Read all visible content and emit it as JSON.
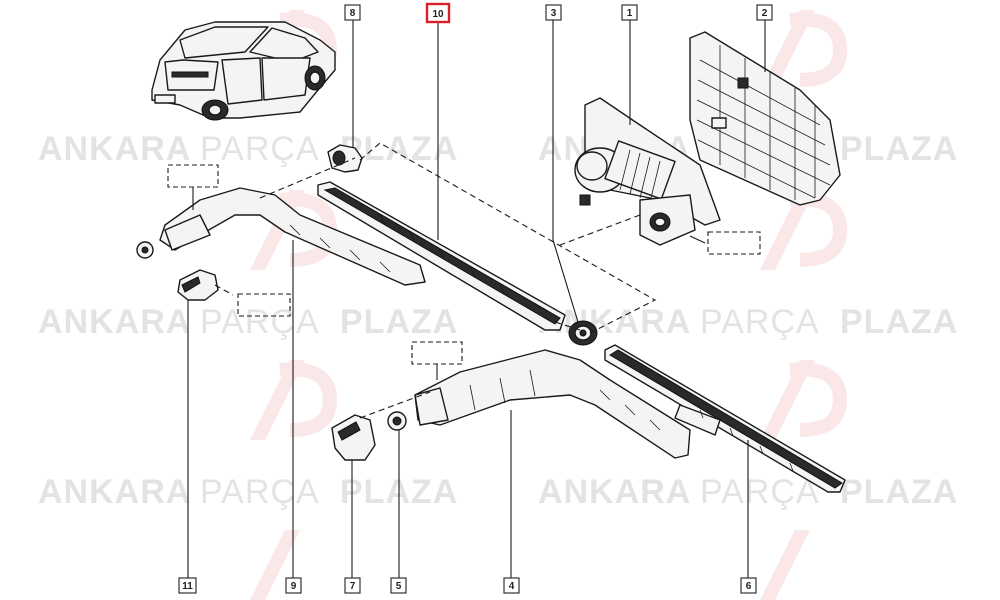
{
  "watermark": {
    "word1": "ANKARA",
    "word2": "PARÇA",
    "word3": "PLAZA",
    "logo_letters": "AP"
  },
  "callouts": [
    {
      "id": "c1",
      "number": "1"
    },
    {
      "id": "c2",
      "number": "2"
    },
    {
      "id": "c3",
      "number": "3"
    },
    {
      "id": "c4",
      "number": "4"
    },
    {
      "id": "c5",
      "number": "5"
    },
    {
      "id": "c6",
      "number": "6"
    },
    {
      "id": "c7",
      "number": "7"
    },
    {
      "id": "c8",
      "number": "8"
    },
    {
      "id": "c9",
      "number": "9"
    },
    {
      "id": "c10",
      "number": "10",
      "highlighted": true
    },
    {
      "id": "c11",
      "number": "11"
    }
  ],
  "colors": {
    "highlight": "#d9202a",
    "watermark_gray": "#e3e3e3",
    "logo_red": "#f6d4d4"
  }
}
